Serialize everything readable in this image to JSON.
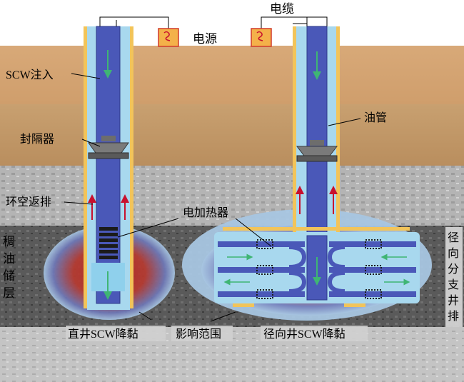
{
  "labels": {
    "power": "电源",
    "cable": "电缆",
    "scw_inject": "SCW注入",
    "packer": "封隔器",
    "annulus_return": "环空返排",
    "heater": "电加热器",
    "tubing": "油管",
    "reservoir_vertical": [
      "稠",
      "油",
      "储",
      "层"
    ],
    "radial_branch": [
      "径",
      "向",
      "分",
      "支",
      "井",
      "排"
    ],
    "vertical_well_scw": "直井SCW降黏",
    "influence_range": "影响范围",
    "radial_well_scw": "径向井SCW降黏"
  },
  "colors": {
    "tubing_blue": "#4a58b8",
    "casing_lightblue": "#a8d8ee",
    "casing_yellow": "#f2c45a",
    "arrow_green": "#3fb574",
    "arrow_red": "#c8102e",
    "heat_zone": "#b7231f"
  }
}
